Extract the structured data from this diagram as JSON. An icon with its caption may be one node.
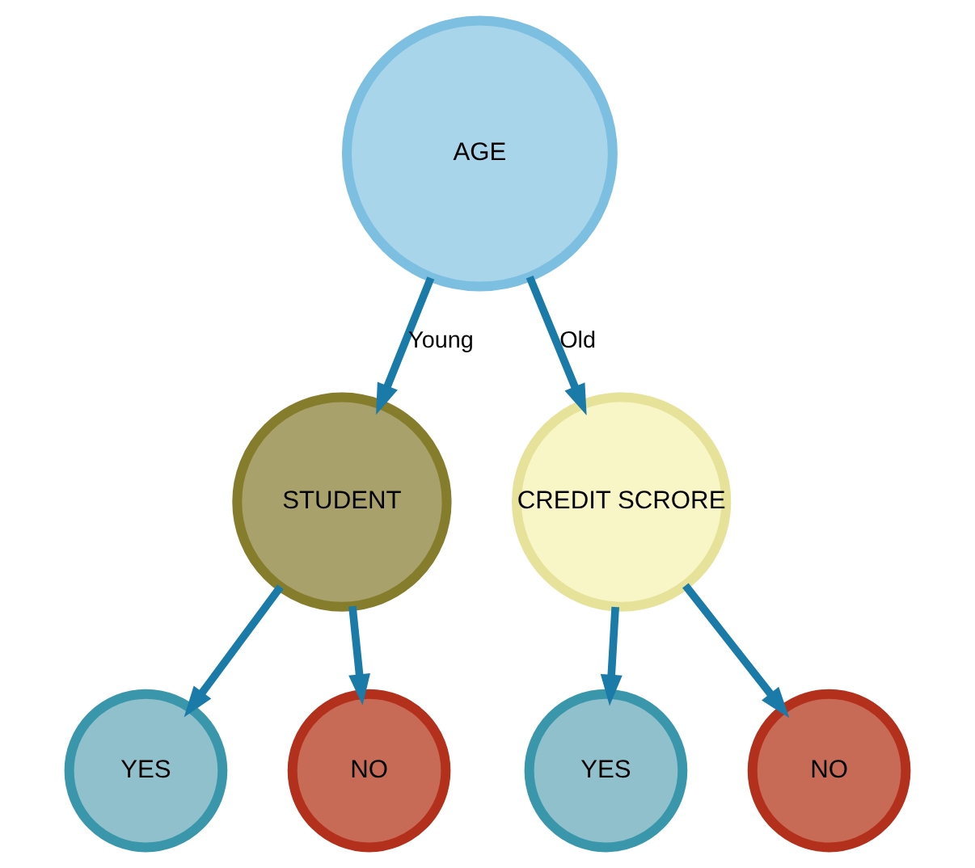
{
  "diagram": {
    "nodes": [
      {
        "text": [
          "AGE"
        ]
      },
      {
        "text": [
          "STUDENT"
        ]
      },
      {
        "text": [
          "CREDIT SCRORE"
        ]
      },
      {
        "text": [
          "YES"
        ]
      },
      {
        "text": [
          "NO"
        ]
      },
      {
        "text": [
          "YES"
        ]
      },
      {
        "text": [
          "NO"
        ]
      }
    ],
    "edges": [
      {
        "from": 0,
        "to": 1,
        "arrow": "to",
        "label": "Young"
      },
      {
        "from": 0,
        "to": 2,
        "arrow": "to",
        "label": "Old"
      },
      {
        "from": 1,
        "to": 3,
        "arrow": "to"
      },
      {
        "from": 1,
        "to": 4,
        "arrow": "to"
      },
      {
        "from": 2,
        "to": 5,
        "arrow": "to"
      },
      {
        "from": 2,
        "to": 6,
        "arrow": "to"
      }
    ]
  }
}
